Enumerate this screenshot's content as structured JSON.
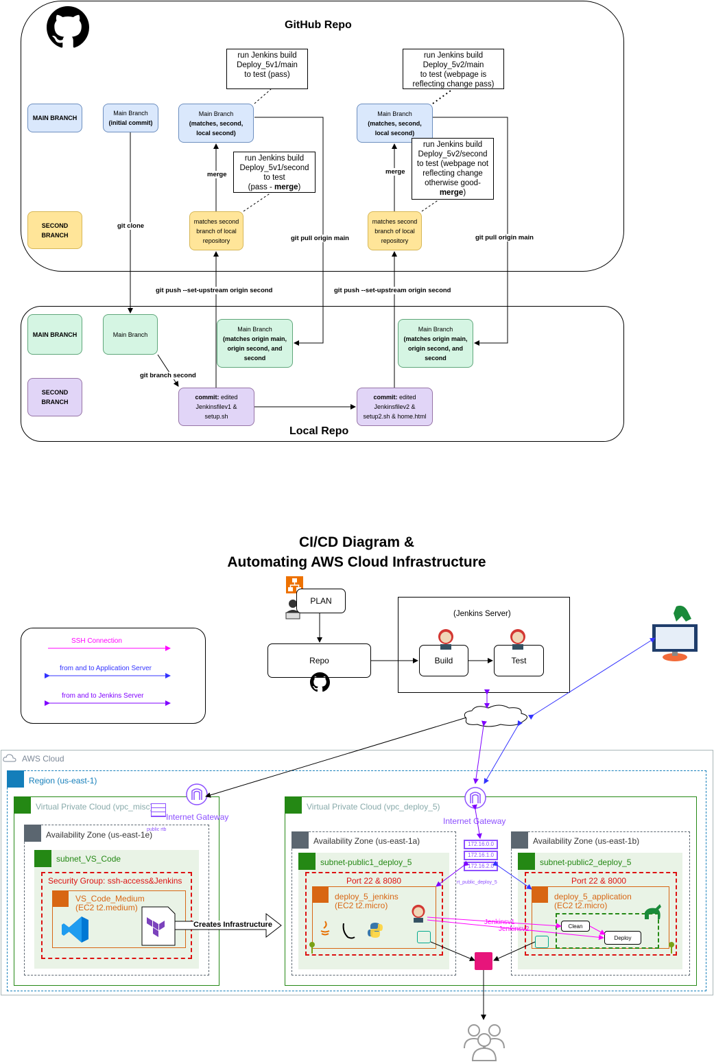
{
  "github": {
    "title": "GitHub Repo",
    "main_branch_label": "MAIN BRANCH",
    "second_branch_label": "SECOND BRANCH",
    "initial_commit": [
      "Main Branch",
      "(initial commit)"
    ],
    "main_merged_1": [
      "Main Branch",
      "(matches, second,",
      "local second)"
    ],
    "main_merged_2": [
      "Main Branch",
      "(matches, second,",
      "local second)"
    ],
    "second_1": [
      "matches second",
      "branch of local",
      "repository"
    ],
    "second_2": [
      "matches second",
      "branch of local",
      "repository"
    ],
    "note_1": [
      "run Jenkins build",
      "Deploy_5v1/main",
      "to test (pass)"
    ],
    "note_2": [
      "run Jenkins build",
      "Deploy_5v2/main",
      "to test (webpage is",
      "reflecting change pass)"
    ],
    "note_3": [
      "run Jenkins build",
      "Deploy_5v1/second",
      "to test",
      "(pass - merge)"
    ],
    "note_4": [
      "run Jenkins build",
      "Deploy_5v2/second",
      "to test (webpage not",
      "reflecting change",
      "otherwise good-",
      "merge)"
    ],
    "merge_label": "merge",
    "git_clone": "git clone",
    "git_pull": "git pull origin main",
    "git_push": "git push --set-upstream origin second"
  },
  "local": {
    "title": "Local Repo",
    "main_branch_label": "MAIN BRANCH",
    "second_branch_label": "SECOND BRANCH",
    "main_plain": "Main Branch",
    "main_origin_1": [
      "Main Branch",
      "(matches origin main,",
      "origin second, and",
      "second"
    ],
    "main_origin_2": [
      "Main Branch",
      "(matches origin main,",
      "origin second, and",
      "second"
    ],
    "commit_1": [
      "commit:",
      " edited",
      "Jenkinsfilev1 &",
      "setup.sh"
    ],
    "commit_2": [
      "commit:",
      " edited",
      "Jenkinsfilev2 &",
      "setup2.sh & home.html"
    ],
    "git_branch": "git branch second"
  },
  "cicd": {
    "title_line1": "CI/CD Diagram &",
    "title_line2": "Automating AWS Cloud Infrastructure",
    "plan": "PLAN",
    "repo": "Repo",
    "jenkins_server": "(Jenkins Server)",
    "build": "Build",
    "test": "Test"
  },
  "legend": {
    "ssh": "SSH Connection",
    "app": "from and to Application Server",
    "jenkins": "from and to Jenkins Server"
  },
  "aws": {
    "cloud": "AWS Cloud",
    "region": "Region (us-east-1)",
    "vpc_misc": "Virtual Private Cloud (vpc_misc)",
    "igw_misc": "Internet Gateway",
    "public_rtb": "public rtb",
    "az_1e": "Availability Zone (us-east-1e)",
    "subnet_vs": "subnet_VS_Code",
    "sg_vs": "Security Group:  ssh-access&Jenkins",
    "vs_instance": [
      "VS_Code_Medium",
      "(EC2 t2.medium)"
    ],
    "creates": "Creates  Infrastructure",
    "vpc_deploy": "Virtual Private Cloud (vpc_deploy_5)",
    "igw_deploy": "Internet Gateway",
    "rt_label": "rt_public_deploy_5",
    "cidrs": [
      "172.16.0.0",
      "172.16.1.0",
      "172.16.2.0"
    ],
    "az_1a": "Availability Zone (us-east-1a)",
    "az_1b": "Availability Zone (us-east-1b)",
    "subnet_1": "subnet-public1_deploy_5",
    "subnet_2": "subnet-public2_deploy_5",
    "port_1": "Port 22 & 8080",
    "port_2": "Port 22 &  8000",
    "jenkins_instance": [
      "deploy_5_jenkins",
      "(EC2 t2.micro)"
    ],
    "app_instance": [
      "deploy_5_application",
      "(EC2 t2.micro)"
    ],
    "jenkinsv1": "Jenkinsv1",
    "jenkinsv2": "Jenkinsv2",
    "clean": "Clean",
    "deploy": "Deploy"
  },
  "colors": {
    "ssh": "#ff00ff",
    "app": "#3333ff",
    "jenkins": "#7f00ff",
    "aws_green": "#248814",
    "aws_blue": "#147eba",
    "orange": "#d86613",
    "red_dash": "#dd1111"
  }
}
